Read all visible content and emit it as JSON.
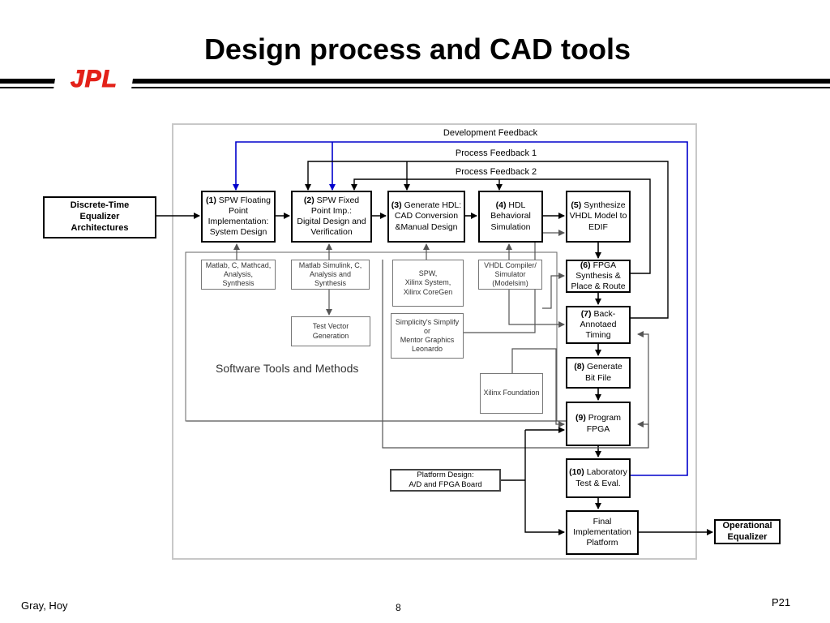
{
  "slide": {
    "title": "Design process and CAD tools",
    "logo_text": "JPL",
    "footer_left": "Gray, Hoy",
    "footer_center": "8",
    "footer_right": "P21"
  },
  "diagram": {
    "feedback": {
      "development": "Development Feedback",
      "process1": "Process Feedback 1",
      "process2": "Process Feedback 2"
    },
    "input": {
      "line1": "Discrete-Time",
      "line2": "Equalizer",
      "line3": "Architectures"
    },
    "steps": [
      {
        "num": "(1)",
        "first": "SPW Floating",
        "rest": [
          "Point",
          "Implementation:",
          "System Design"
        ]
      },
      {
        "num": "(2)",
        "first": "SPW Fixed",
        "rest": [
          "Point Imp.:",
          "Digital Design and",
          "Verification"
        ]
      },
      {
        "num": "(3)",
        "first": "Generate HDL:",
        "rest": [
          "CAD Conversion",
          "&Manual Design"
        ]
      },
      {
        "num": "(4)",
        "first": "HDL",
        "rest": [
          "Behavioral",
          "Simulation"
        ]
      },
      {
        "num": "(5)",
        "first": "Synthesize",
        "rest": [
          "VHDL Model to",
          "EDIF"
        ]
      },
      {
        "num": "(6)",
        "first": "FPGA",
        "rest": [
          "Synthesis &",
          "Place & Route"
        ]
      },
      {
        "num": "(7)",
        "first": "Back-",
        "rest": [
          "Annotaed",
          "Timing"
        ]
      },
      {
        "num": "(8)",
        "first": "Generate",
        "rest": [
          "Bit File"
        ]
      },
      {
        "num": "(9)",
        "first": "Program",
        "rest": [
          "FPGA"
        ]
      },
      {
        "num": "(10)",
        "first": "Laboratory",
        "rest": [
          "Test & Eval."
        ]
      }
    ],
    "tools": {
      "matlab1": [
        "Matlab, C, Mathcad,",
        "Analysis,",
        "Synthesis"
      ],
      "matlab2": [
        "Matlab Simulink, C,",
        "Analysis and",
        "Synthesis"
      ],
      "spw": [
        "SPW,",
        "Xilinx System,",
        "Xilinx CoreGen"
      ],
      "vhdl": [
        "VHDL Compiler/",
        "Simulator",
        "(Modelsim)"
      ],
      "testvector": [
        "Test Vector",
        "Generation"
      ],
      "simplicity": [
        "Simplicity's Simplify",
        "or",
        "Mentor Graphics",
        "Leonardo"
      ],
      "xilinx": [
        "Xilinx Foundation"
      ]
    },
    "software_label": "Software Tools and Methods",
    "platform_design": [
      "Platform Design:",
      "A/D and FPGA Board"
    ],
    "final_platform": [
      "Final",
      "Implementation",
      "Platform"
    ],
    "output": {
      "line1": "Operational",
      "line2": "Equalizer"
    },
    "colors": {
      "development_feedback": "#0000cc",
      "wire": "#000000",
      "tool_wire": "#666666",
      "frame": "#c8c8c8",
      "logo_red": "#e32119"
    }
  }
}
